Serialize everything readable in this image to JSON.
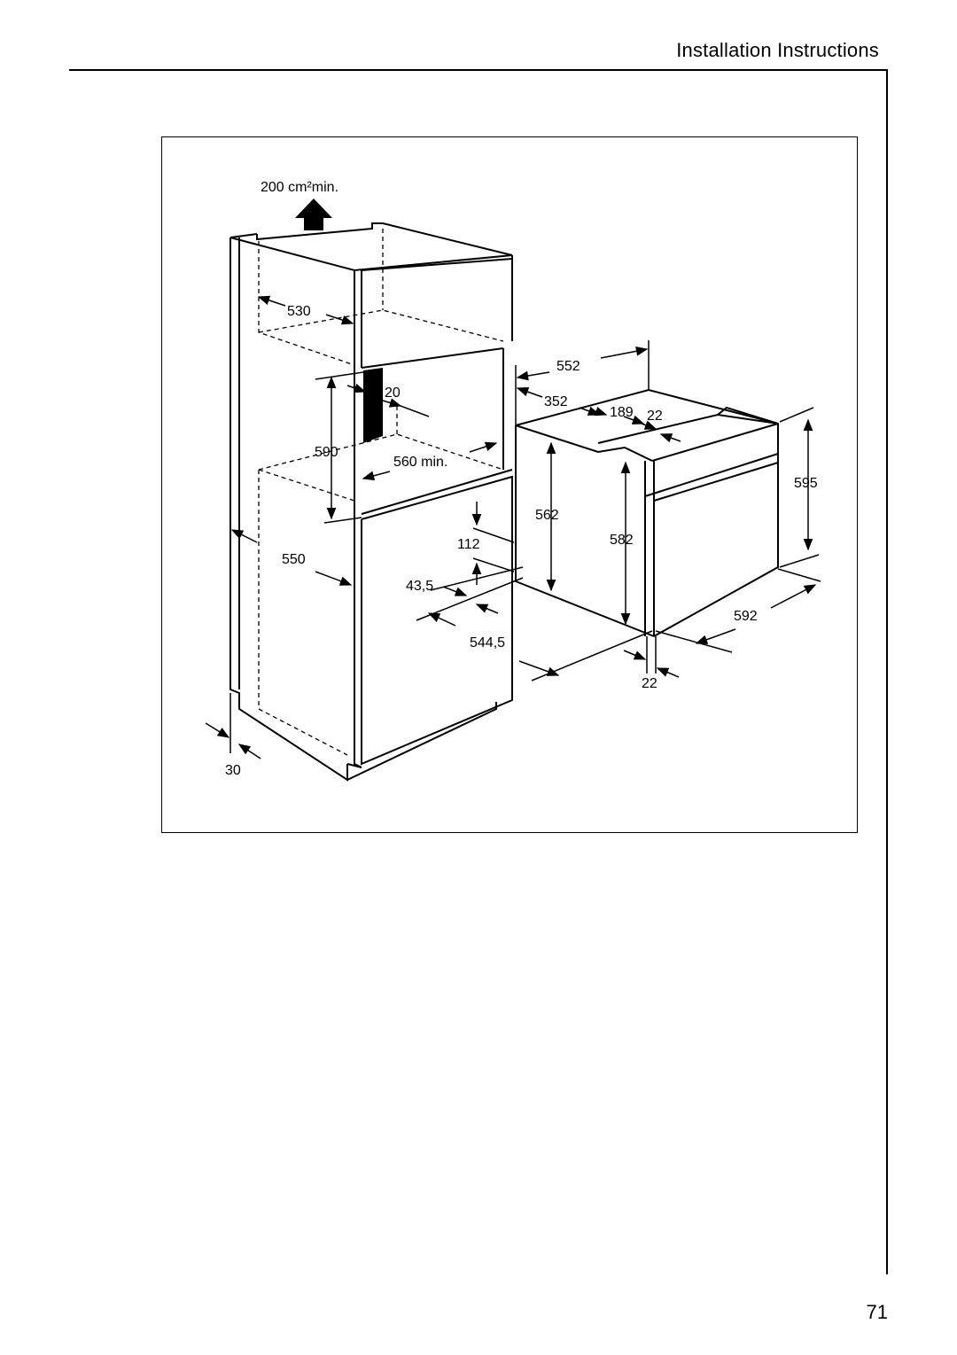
{
  "header": {
    "title": "Installation Instructions"
  },
  "page": {
    "number": "71"
  },
  "figure": {
    "ventilation_label": "200 cm²min.",
    "dimensions": {
      "d530": "530",
      "d20": "20",
      "d590": "590",
      "d560min": "560 min.",
      "d550": "550",
      "d112": "112",
      "d43_5": "43,5",
      "d544_5": "544,5",
      "d30": "30",
      "d552": "552",
      "d352": "352",
      "d189": "189",
      "d22_top": "22",
      "d595": "595",
      "d562": "562",
      "d582": "582",
      "d592": "592",
      "d22_bottom": "22"
    }
  }
}
